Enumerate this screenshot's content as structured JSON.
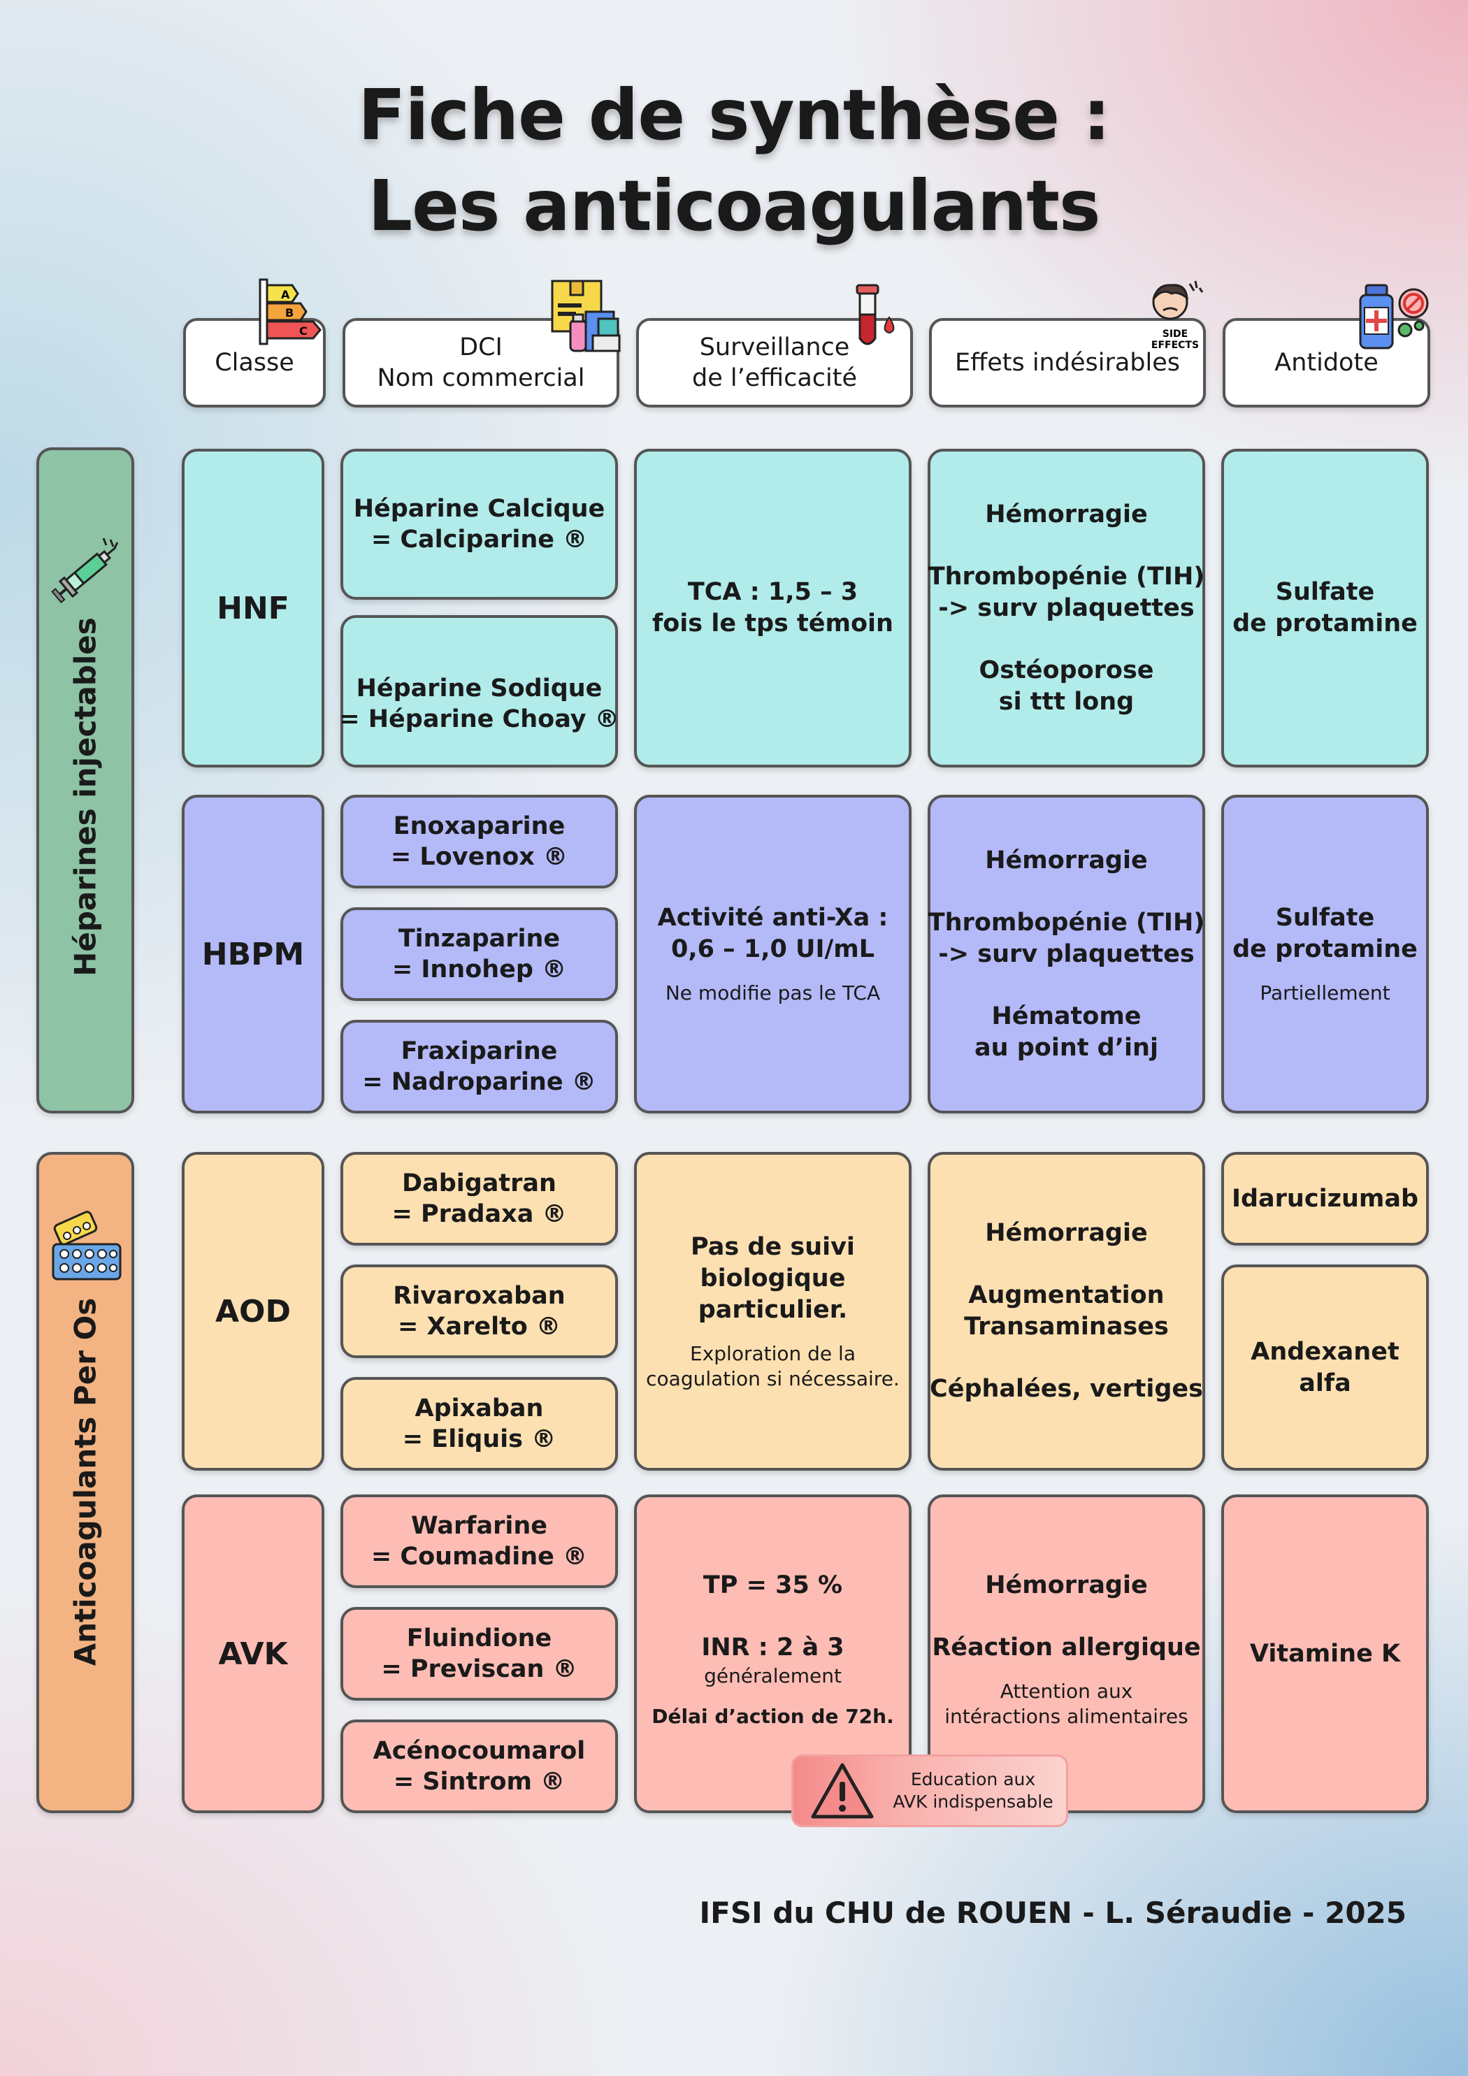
{
  "title": {
    "line1": "Fiche de synthèse :",
    "line2": "Les anticoagulants"
  },
  "headers": {
    "classe": "Classe",
    "dci_line1": "DCI",
    "dci_line2": "Nom commercial",
    "surveillance_line1": "Surveillance",
    "surveillance_line2": "de l’efficacité",
    "effets": "Effets indésirables",
    "antidote": "Antidote",
    "side_effects_icon_text1": "SIDE",
    "side_effects_icon_text2": "EFFECTS"
  },
  "groups": {
    "heparines": "Héparines injectables",
    "per_os": "Anticoagulants Per Os"
  },
  "hnf": {
    "classe": "HNF",
    "dci": [
      {
        "line1": "Héparine Calcique",
        "line2": "= Calciparine ®"
      },
      {
        "line1": "Héparine Sodique",
        "line2": "= Héparine Choay ®"
      }
    ],
    "surveillance": [
      "TCA : 1,5 – 3",
      "fois le tps témoin"
    ],
    "effets": {
      "e1": "Hémorragie",
      "e2": "Thrombopénie (TIH)",
      "e3": "-> surv plaquettes",
      "e4": "Ostéoporose",
      "e5": "si ttt long"
    },
    "antidote": [
      "Sulfate",
      "de protamine"
    ]
  },
  "hbpm": {
    "classe": "HBPM",
    "dci": [
      {
        "line1": "Enoxaparine",
        "line2": "= Lovenox ®"
      },
      {
        "line1": "Tinzaparine",
        "line2": "= Innohep ®"
      },
      {
        "line1": "Fraxiparine",
        "line2": "= Nadroparine ®"
      }
    ],
    "surveillance": {
      "l1": "Activité anti-Xa :",
      "l2": "0,6 – 1,0 UI/mL",
      "note": "Ne modifie pas le TCA"
    },
    "effets": {
      "e1": "Hémorragie",
      "e2": "Thrombopénie (TIH)",
      "e3": "-> surv plaquettes",
      "e4": "Hématome",
      "e5": "au point d’inj"
    },
    "antidote": {
      "l1": "Sulfate",
      "l2": "de protamine",
      "note": "Partiellement"
    }
  },
  "aod": {
    "classe": "AOD",
    "dci": [
      {
        "line1": "Dabigatran",
        "line2": "= Pradaxa ®"
      },
      {
        "line1": "Rivaroxaban",
        "line2": "= Xarelto ®"
      },
      {
        "line1": "Apixaban",
        "line2": "= Eliquis ®"
      }
    ],
    "surveillance": {
      "l1": "Pas de suivi",
      "l2": "biologique",
      "l3": "particulier.",
      "n1": "Exploration de la",
      "n2": "coagulation si nécessaire."
    },
    "effets": {
      "e1": "Hémorragie",
      "e2": "Augmentation",
      "e3": "Transaminases",
      "e4": "Céphalées, vertiges"
    },
    "antidote1": "Idarucizumab",
    "antidote2": [
      "Andexanet",
      "alfa"
    ]
  },
  "avk": {
    "classe": "AVK",
    "dci": [
      {
        "line1": "Warfarine",
        "line2": "= Coumadine ®"
      },
      {
        "line1": "Fluindione",
        "line2": "= Previscan ®"
      },
      {
        "line1": "Acénocoumarol",
        "line2": "= Sintrom ®"
      }
    ],
    "surveillance": {
      "l1": "TP = 35 %",
      "l2": "INR : 2 à 3",
      "n1": "généralement",
      "n2": "Délai d’action de 72h."
    },
    "effets": {
      "e1": "Hémorragie",
      "e2": "Réaction allergique",
      "n1": "Attention aux",
      "n2": "intéractions alimentaires"
    },
    "antidote": "Vitamine K"
  },
  "warning": {
    "line1": "Education aux",
    "line2": "AVK indispensable"
  },
  "footer": "IFSI du CHU de ROUEN - L. Séraudie - 2025",
  "colors": {
    "hnf": "#b1ebea",
    "hbpm": "#b4b9f8",
    "aod": "#fde0b2",
    "avk": "#fdbdb5",
    "heparines_side": "#8ec3a5",
    "per_os_side": "#f3b382"
  },
  "icons": [
    "energy-rating-icon",
    "medication-box-icon",
    "blood-test-tube-icon",
    "side-effects-icon",
    "antidote-bottle-icon",
    "syringe-icon",
    "pill-blister-icon",
    "warning-icon"
  ]
}
